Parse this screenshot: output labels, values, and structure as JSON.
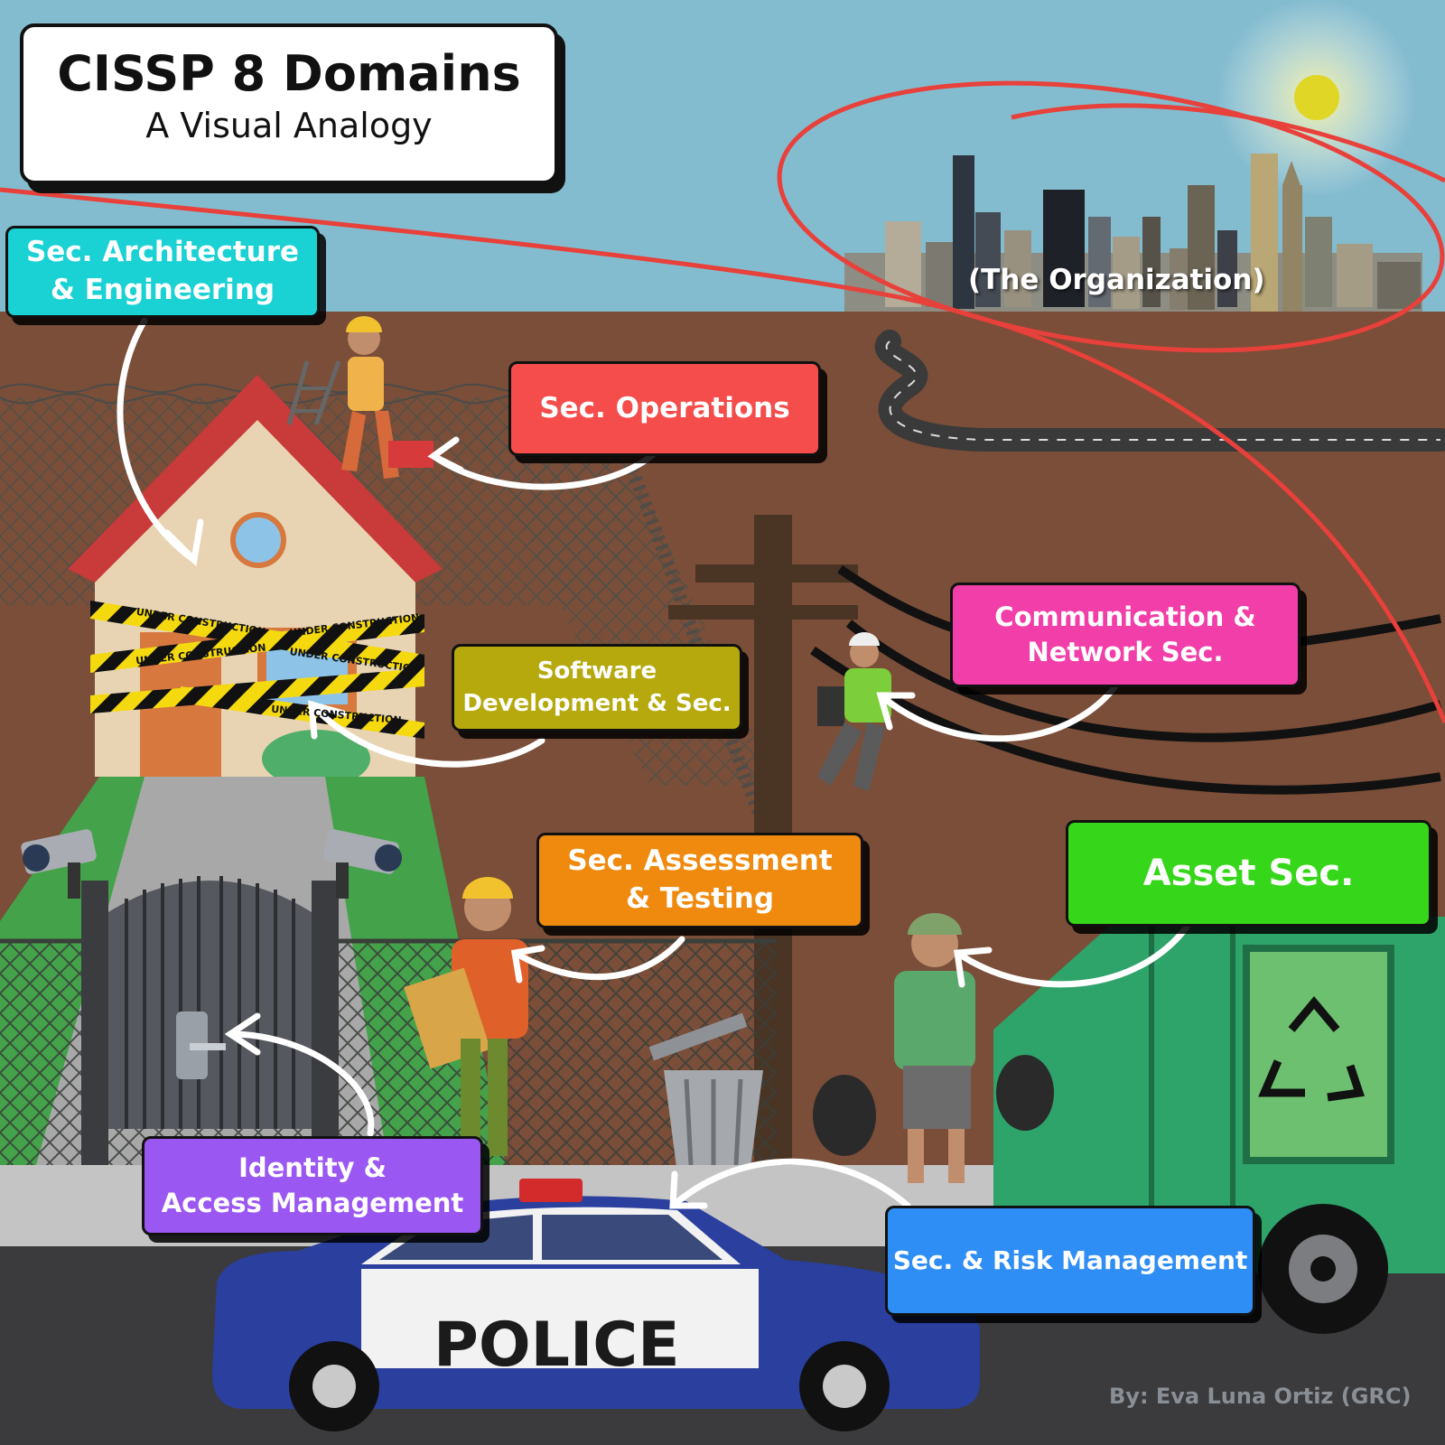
{
  "title": {
    "main": "CISSP 8 Domains",
    "subtitle": "A Visual Analogy"
  },
  "organization_label": "(The Organization)",
  "domains": {
    "architecture": {
      "line1": "Sec. Architecture",
      "line2": "& Engineering",
      "color": "#1ad1d4"
    },
    "operations": {
      "line1": "Sec. Operations",
      "color": "#f44d4b"
    },
    "software": {
      "line1": "Software",
      "line2": "Development & Sec.",
      "color": "#b5a90e"
    },
    "network": {
      "line1": "Communication &",
      "line2": "Network Sec.",
      "color": "#f23ea8"
    },
    "assessment": {
      "line1": "Sec. Assessment",
      "line2": "& Testing",
      "color": "#f08a0e"
    },
    "asset": {
      "line1": "Asset Sec.",
      "color": "#36d61a"
    },
    "identity": {
      "line1": "Identity &",
      "line2": "Access Management",
      "color": "#9b57f2"
    },
    "risk": {
      "line1": "Sec. & Risk Management",
      "color": "#2f8ef5"
    }
  },
  "tape_text": "UNDER CONSTRUCTION",
  "police_text": "POLICE",
  "credit": "By: Eva Luna Ortiz (GRC)",
  "icons": [
    "sun-icon",
    "city-skyline",
    "house",
    "worker",
    "utility-pole",
    "gate",
    "security-camera",
    "smart-lock",
    "trash-can",
    "garbage-truck",
    "recycle-icon",
    "police-car"
  ]
}
